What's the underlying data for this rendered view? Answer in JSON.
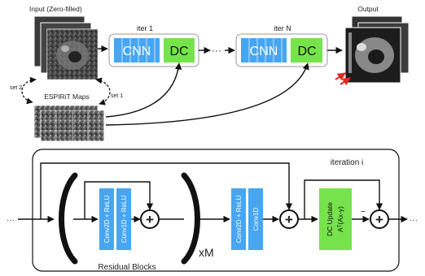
{
  "top": {
    "input_label": "Input (Zero-filled)",
    "iter1_label": "iter 1",
    "iterN_label": "iter N",
    "output_label": "Output",
    "cnn_label": "CNN",
    "dc_label": "DC",
    "dots": "···",
    "espirit_label": "ESPIRiT Maps",
    "set2_label": "set 2",
    "set1_label": "set 1"
  },
  "bottom": {
    "iteration_label": "iteration i",
    "conv2d_relu": "Conv2D + ReLU",
    "conv1d_relu": "Conv1D + ReLU",
    "conv2d_relu_b": "Conv2D + ReLU",
    "conv1d": "Conv1D",
    "dc_update_line1": "DC Update",
    "dc_update_line2": "Aᵀ(Ax-y)",
    "xm_label": "xM",
    "residual_label": "Residual Blocks",
    "minus_sign": "−",
    "plus_sign": "+",
    "ellipsis": "···"
  },
  "colors": {
    "cnn_blue": "#47a6f2",
    "dc_green": "#77e34c",
    "arrow_red": "#e3281e"
  }
}
